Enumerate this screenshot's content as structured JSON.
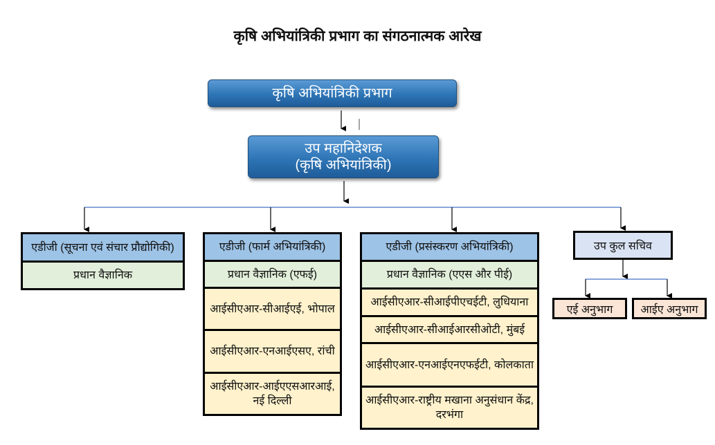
{
  "title": "कृषि अभियांत्रिकी प्रभाग का संगठनात्मक आरेख",
  "top_box": "कृषि अभियांत्रिकी प्रभाग",
  "ddg_box": {
    "line1": "उप महानिदेशक",
    "line2": "(कृषि अभियांत्रिकी)"
  },
  "columns": [
    {
      "header": "एडीजी (सूचना एवं संचार प्रौद्योगिकी)",
      "scientist": "प्रधान वैज्ञानिक",
      "institutes": []
    },
    {
      "header": "एडीजी (फार्म अभियांत्रिकी)",
      "scientist": "प्रधान वैज्ञानिक (एफई)",
      "institutes": [
        "आईसीएआर-सीआईएई, भोपाल",
        "आईसीएआर-एनआईएसए, रांची",
        "आईसीएआर-आईएएसआरआई, नई दिल्ली"
      ]
    },
    {
      "header": "एडीजी (प्रसंस्करण अभियांत्रिकी)",
      "scientist": "प्रधान वैज्ञानिक (एएस और पीई)",
      "institutes": [
        "आईसीएआर-सीआईपीएचईटी, लुधियाना",
        "आईसीएआर-सीआईआरसीओटी, मुंबई",
        "आईसीएआर-एनआईएनएफईटी, कोलकाता",
        "आईसीएआर-राष्ट्रीय मखाना अनुसंधान केंद्र, दरभंगा"
      ]
    }
  ],
  "deputy_registrar": {
    "label": "उप कुल सचिव",
    "sections": [
      "एई अनुभाग",
      "आईए अनुभाग"
    ]
  },
  "colors": {
    "header": "#9dc3e6",
    "scientist": "#e2efda",
    "institute": "#fff2cc",
    "section": "#fbe5d6",
    "registrar": "#dae3f3"
  }
}
